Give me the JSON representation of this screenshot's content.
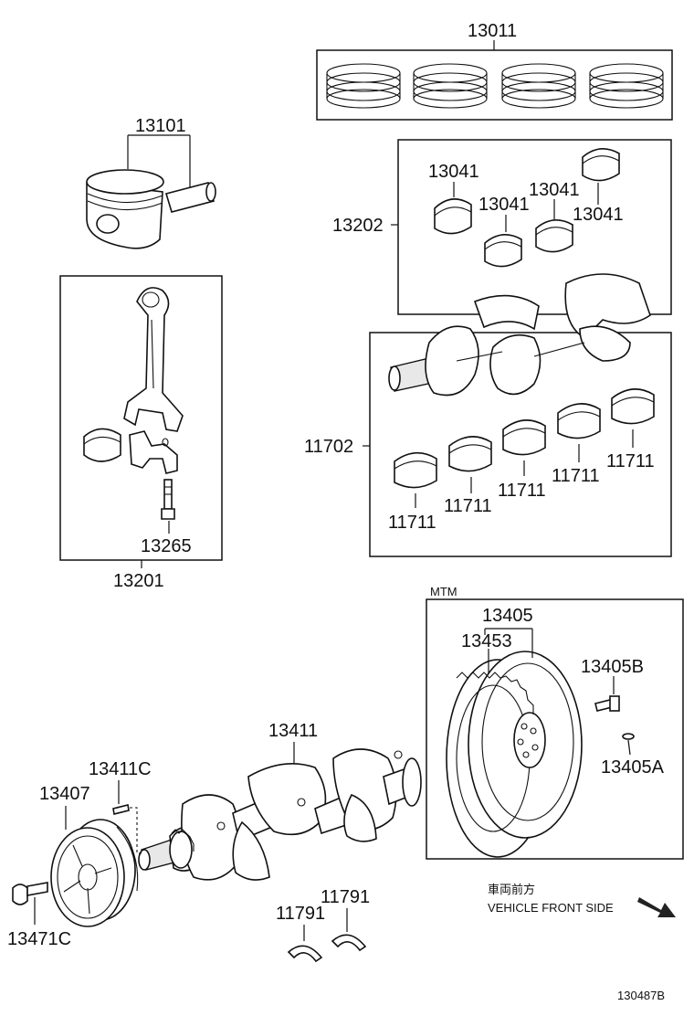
{
  "diagram": {
    "labels": {
      "piston_rings": "13011",
      "piston": "13101",
      "connecting_rod_assy": "13201",
      "rod_bolt": "13265",
      "bearing_set": "13202",
      "rod_bearing_1": "13041",
      "rod_bearing_2": "13041",
      "rod_bearing_3": "13041",
      "rod_bearing_4": "13041",
      "main_bearing_set": "11702",
      "main_bearing_1": "11711",
      "main_bearing_2": "11711",
      "main_bearing_3": "11711",
      "main_bearing_4": "11711",
      "main_bearing_5": "11711",
      "mtm": "MTM",
      "flywheel": "13405",
      "ring_gear": "13453",
      "flywheel_bolt": "13405B",
      "flywheel_pin": "13405A",
      "crankshaft": "13411",
      "crank_pin": "13411C",
      "pulley": "13407",
      "pulley_bolt": "13471C",
      "thrust_washer_1": "11791",
      "thrust_washer_2": "11791",
      "front_jp": "車両前方",
      "front_en": "VEHICLE FRONT SIDE",
      "ref": "130487B"
    }
  }
}
